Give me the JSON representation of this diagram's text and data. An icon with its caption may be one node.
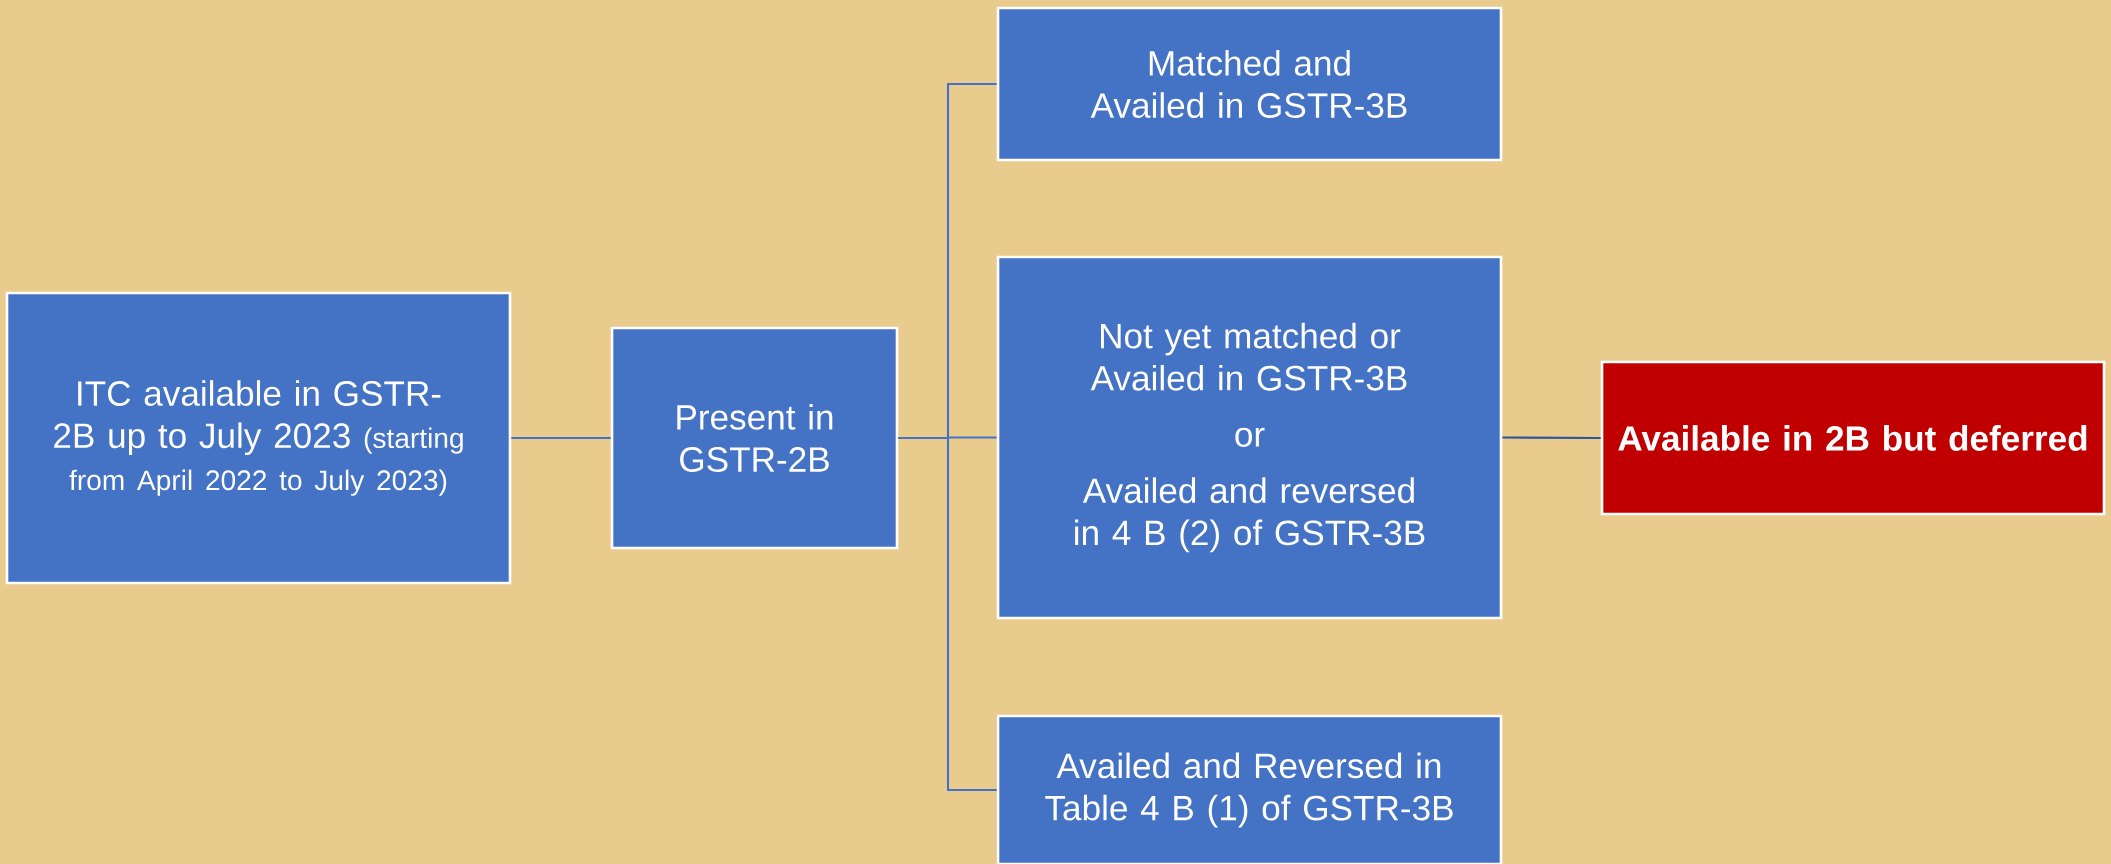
{
  "diagram": {
    "nodes": [
      {
        "text": [
          "ITC available in GSTR-2B up to July 2023",
          "(starting from April 2022 to July 2023)"
        ]
      },
      {
        "text": [
          "Present in GSTR-2B"
        ]
      },
      {
        "text": [
          "Matched and Availed in GSTR-3B"
        ]
      },
      {
        "text": [
          "Not yet matched or Availed in GSTR-3B",
          "or",
          "Availed and reversed in 4 B (2) of GSTR-3B"
        ]
      },
      {
        "text": [
          "Availed and Reversed in Table 4 B (1) of GSTR-3B"
        ]
      },
      {
        "text": [
          "**Available in 2B but deferred**"
        ]
      }
    ],
    "edges": [
      {
        "from": 0,
        "to": 1,
        "arrow": "none"
      },
      {
        "from": 1,
        "to": 2,
        "arrow": "none"
      },
      {
        "from": 1,
        "to": 3,
        "arrow": "none"
      },
      {
        "from": 1,
        "to": 4,
        "arrow": "none"
      },
      {
        "from": 3,
        "to": 5,
        "arrow": "none",
        "color": "#2f5597"
      }
    ]
  }
}
